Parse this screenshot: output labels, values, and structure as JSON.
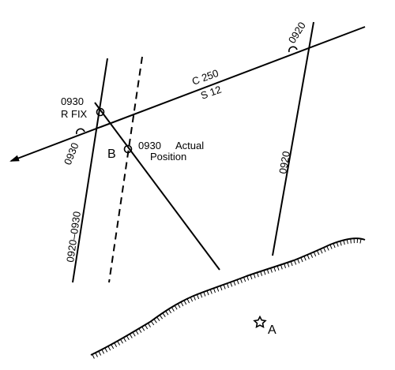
{
  "labels": {
    "course": "C 250",
    "speed": "S 12",
    "time_top_right": "0920",
    "time_left_lop": "0930",
    "fix_time": "0930",
    "fix_label": "R FIX",
    "point_b": "B",
    "actual_time": "0930",
    "actual_word": "Actual",
    "actual_position": "Position",
    "advanced_lop": "0920–0930",
    "right_lop": "0920",
    "landmark": "A"
  }
}
